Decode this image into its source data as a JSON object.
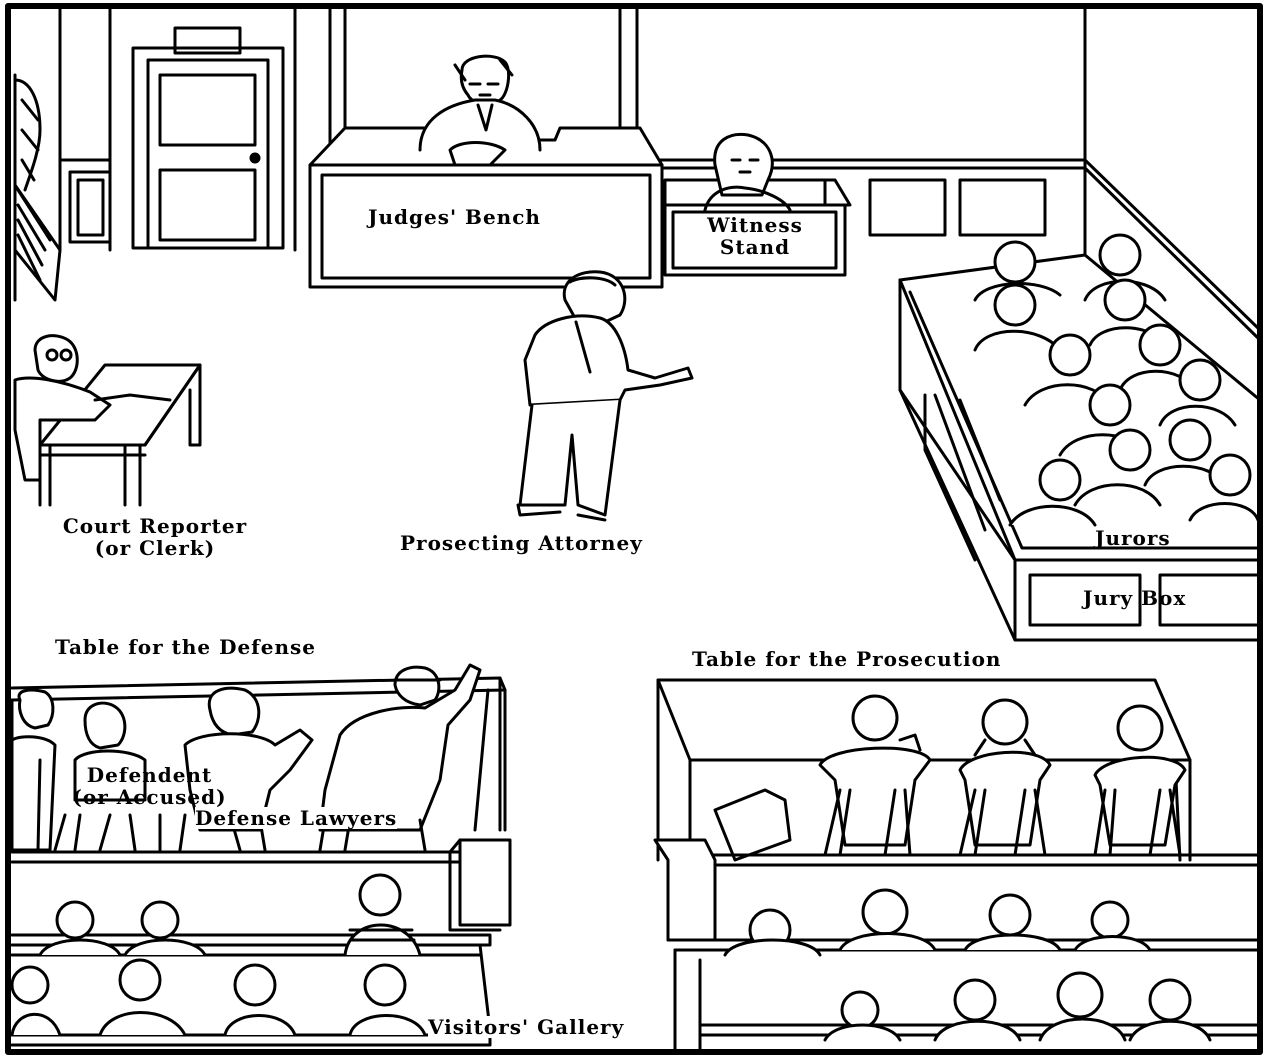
{
  "labels": {
    "judges_bench": "Judges'  Bench",
    "witness_stand_line1": "Witness",
    "witness_stand_line2": "Stand",
    "court_reporter_line1": "Court Reporter",
    "court_reporter_line2": "(or Clerk)",
    "prosecuting_attorney": "Prosecting Attorney",
    "jurors": "Jurors",
    "jury_box": "Jury Box",
    "table_defense": "Table for the Defense",
    "table_prosecution": "Table for the Prosecution",
    "defendant_line1": "Defendent",
    "defendant_line2": "(or Accused)",
    "defense_lawyers": "Defense Lawyers",
    "visitors_gallery": "Visitors' Gallery"
  },
  "colors": {
    "line": "#000000",
    "background": "#ffffff"
  }
}
